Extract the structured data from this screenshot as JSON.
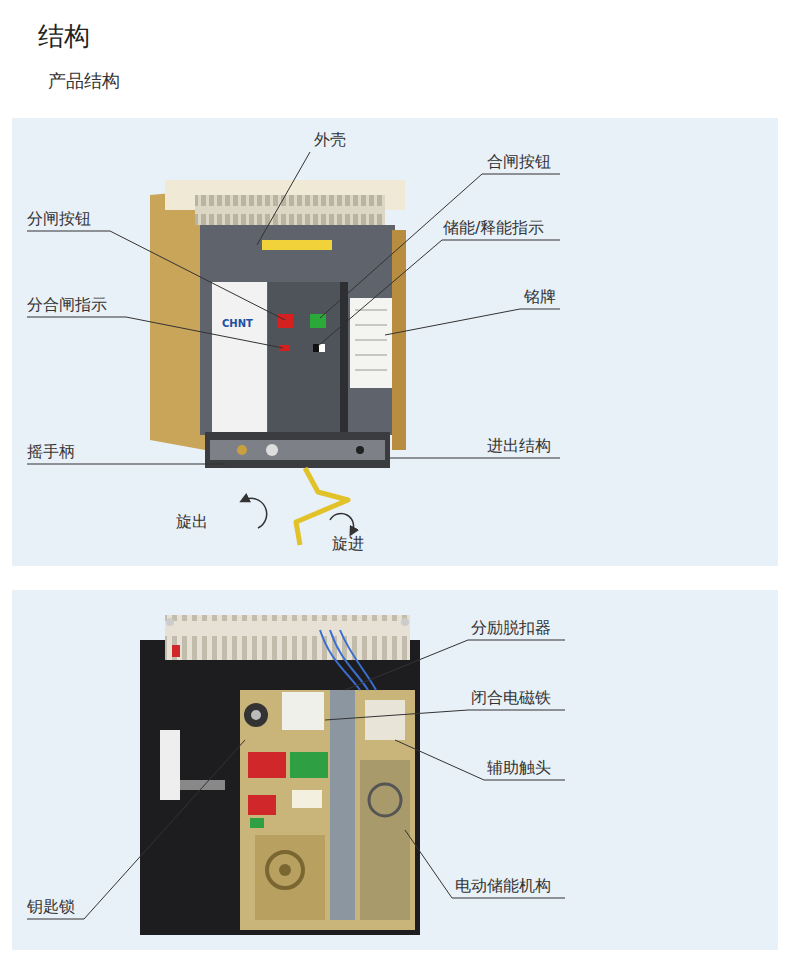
{
  "diagram": {
    "title": "结构",
    "labels": [
      "产品结构",
      "外壳",
      "合闸按钮",
      "分闸按钮",
      "储能/释能指示",
      "分合闸指示",
      "铭牌",
      "摇手柄",
      "进出结构",
      "旋出",
      "旋进",
      "CHNT",
      "分励脱扣器",
      "闭合电磁铁",
      "辅助触头",
      "电动储能机构",
      "钥匙锁"
    ]
  }
}
